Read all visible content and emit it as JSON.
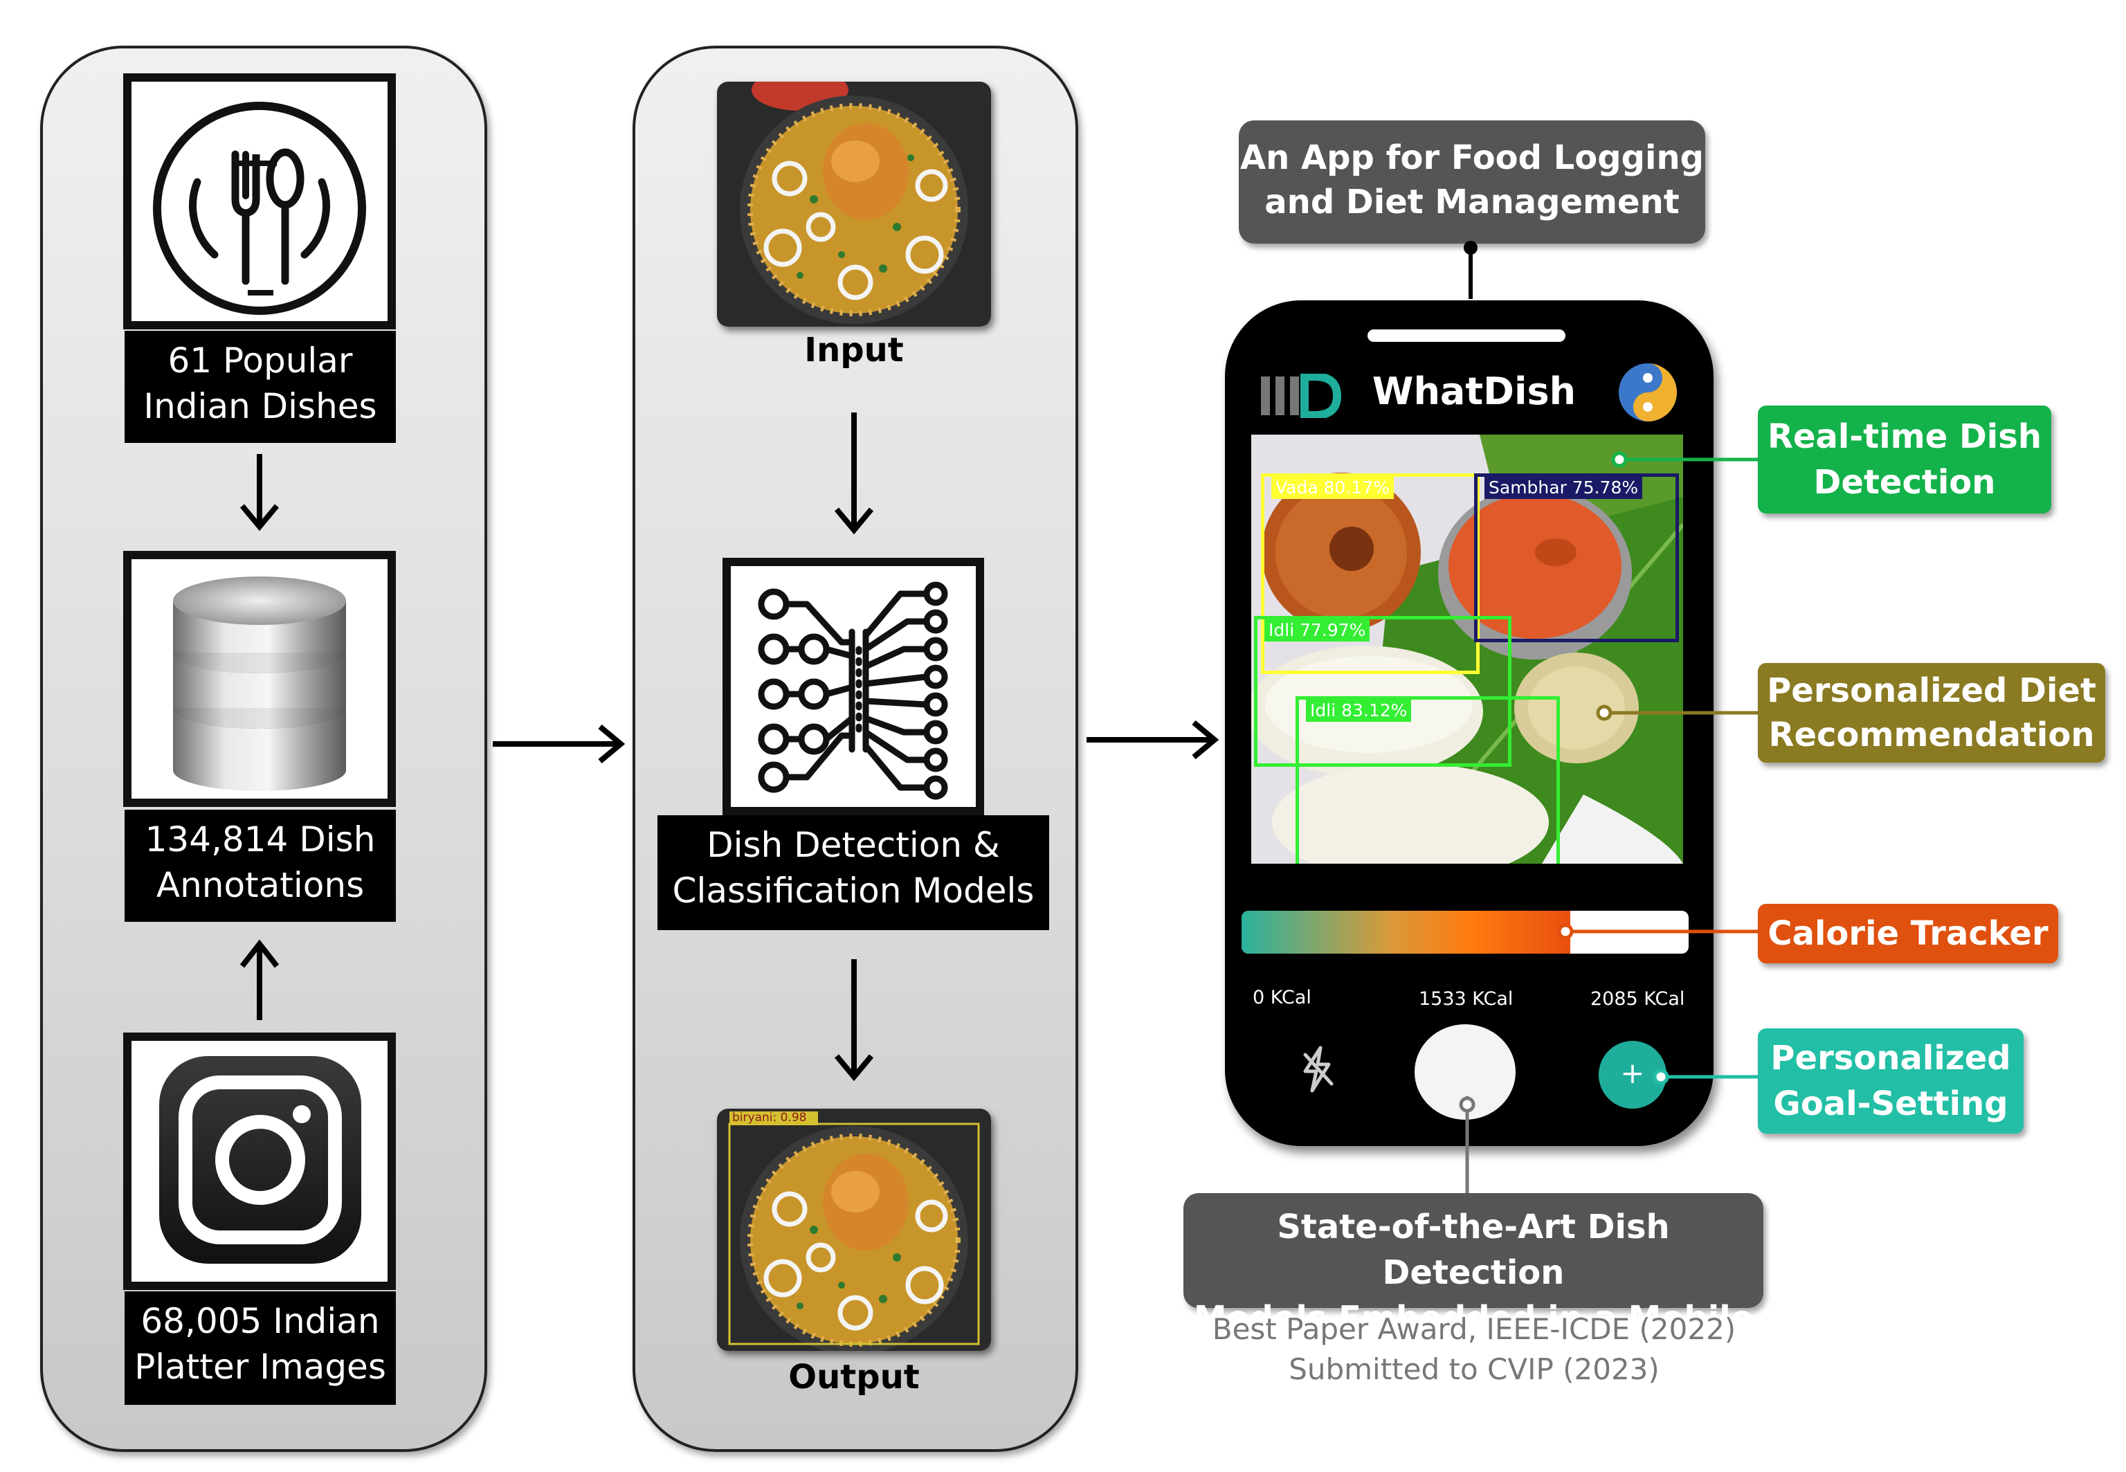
{
  "pipeline": {
    "dataset": {
      "dishes_label": [
        "61 Popular",
        "Indian Dishes"
      ],
      "annotations_label": [
        "134,814 Dish",
        "Annotations"
      ],
      "images_label": [
        "68,005 Indian",
        "Platter Images"
      ],
      "icons": [
        "fork-spoon-plate-icon",
        "database-icon",
        "instagram-icon"
      ]
    },
    "models": {
      "input_caption": "Input",
      "model_label": [
        "Dish Detection &",
        "Classification Models"
      ],
      "output_caption": "Output",
      "output_detection_tag": "biryani: 0.98",
      "icons": [
        "neural-network-icon"
      ]
    }
  },
  "app": {
    "title_callout": [
      "An App for Food Logging",
      "and Diet Management"
    ],
    "app_name": "WhatDish",
    "detections": [
      {
        "label": "Vada 80.17%",
        "color": "#ffff33",
        "text_color": "#ffffff"
      },
      {
        "label": "Sambhar 75.78%",
        "color": "#1a1a66",
        "text_color": "#ffffff"
      },
      {
        "label": "Idli 77.97%",
        "color": "#33ee33",
        "text_color": "#ffffff"
      },
      {
        "label": "Idli 83.12%",
        "color": "#33ee33",
        "text_color": "#ffffff"
      }
    ],
    "calorie": {
      "min_label": "0 KCal",
      "current_label": "1533 KCal",
      "max_label": "2085 KCal",
      "current": 1533,
      "max": 2085
    },
    "add_button": "+",
    "features": [
      {
        "text": [
          "Real-time Dish",
          "Detection"
        ],
        "color": "#14b24a"
      },
      {
        "text": [
          "Personalized Diet",
          "Recommendation"
        ],
        "color": "#8a7a22"
      },
      {
        "text": [
          "Calorie Tracker"
        ],
        "color": "#e0500e"
      },
      {
        "text": [
          "Personalized",
          "Goal-Setting"
        ],
        "color": "#22bfa6"
      }
    ],
    "bottom_callout": [
      "State-of-the-Art Dish Detection",
      "Models Embedded in a Mobile"
    ],
    "awards": [
      "Best Paper Award, IEEE-ICDE (2022)",
      "Submitted to CVIP (2023)"
    ]
  },
  "colors": {
    "callout_dark": "#555555",
    "teal": "#1fae9c",
    "phone_bg": "#000000"
  }
}
